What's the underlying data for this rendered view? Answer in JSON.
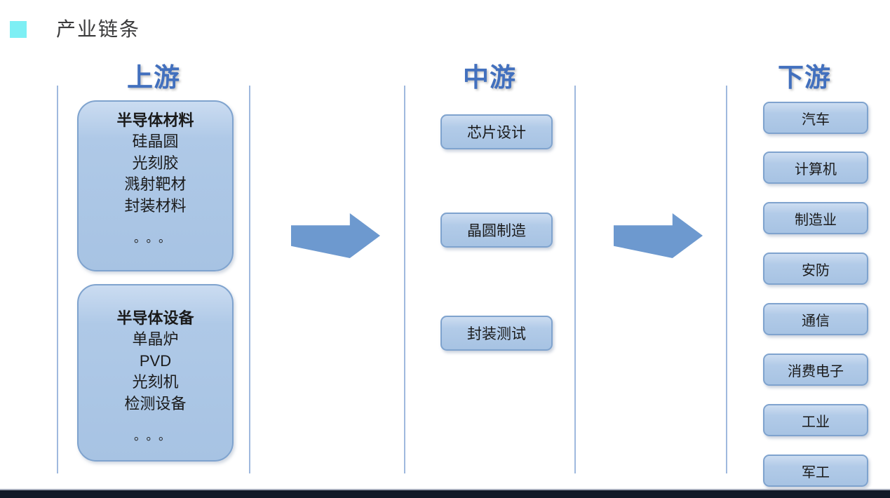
{
  "page": {
    "title": "产业链条"
  },
  "columns": {
    "upstream": {
      "heading": "上游",
      "groups": [
        {
          "title": "半导体材料",
          "items": [
            "硅晶圆",
            "光刻胶",
            "溅射靶材",
            "封装材料"
          ],
          "ellipsis": "。。。"
        },
        {
          "title": "半导体设备",
          "items": [
            "单晶炉",
            "PVD",
            "光刻机",
            "检测设备"
          ],
          "ellipsis": "。。。"
        }
      ]
    },
    "midstream": {
      "heading": "中游",
      "items": [
        "芯片设计",
        "晶圆制造",
        "封装测试"
      ]
    },
    "downstream": {
      "heading": "下游",
      "items": [
        "汽车",
        "计算机",
        "制造业",
        "安防",
        "通信",
        "消费电子",
        "工业",
        "军工"
      ]
    }
  },
  "flow": {
    "arrow_direction": "right"
  },
  "colors": {
    "title_bullet": "#7DEFF4",
    "heading_blue": "#4270BE",
    "box_border": "#7FA3CE",
    "box_fill_top": "#CBDCF1",
    "box_fill_bottom": "#A7C3E3",
    "arrow_fill": "#6D99CF",
    "divider_line": "#9FB9DE",
    "bottom_bar": "#121A28",
    "title_text": "#3B3B3C"
  }
}
